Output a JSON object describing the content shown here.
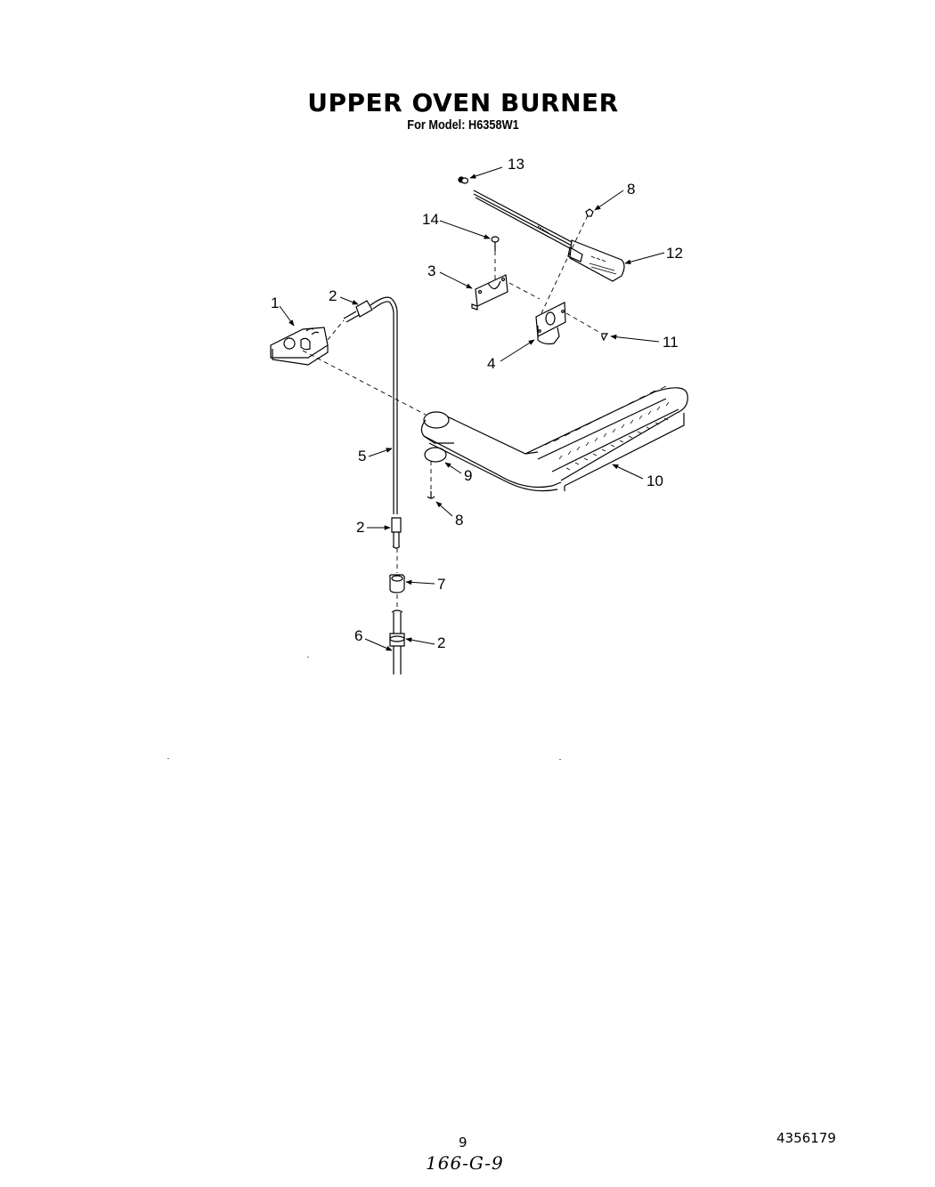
{
  "header": {
    "title": "UPPER OVEN BURNER",
    "subtitle": "For Model: H6358W1"
  },
  "diagram": {
    "type": "exploded-parts-view",
    "callouts": [
      {
        "id": "c13",
        "label": "13",
        "part": "igniter-screw"
      },
      {
        "id": "c8a",
        "label": "8",
        "part": "screw-top"
      },
      {
        "id": "c14",
        "label": "14",
        "part": "screw"
      },
      {
        "id": "c12",
        "label": "12",
        "part": "igniter"
      },
      {
        "id": "c3",
        "label": "3",
        "part": "bracket"
      },
      {
        "id": "c1",
        "label": "1",
        "part": "valve-orifice-holder"
      },
      {
        "id": "c2a",
        "label": "2",
        "part": "fitting-top"
      },
      {
        "id": "c4",
        "label": "4",
        "part": "bracket-igniter"
      },
      {
        "id": "c11",
        "label": "11",
        "part": "screw-bracket"
      },
      {
        "id": "c5",
        "label": "5",
        "part": "gas-tube"
      },
      {
        "id": "c9",
        "label": "9",
        "part": "spacer"
      },
      {
        "id": "c10",
        "label": "10",
        "part": "burner"
      },
      {
        "id": "c2b",
        "label": "2",
        "part": "fitting-middle"
      },
      {
        "id": "c8b",
        "label": "8",
        "part": "screw-bottom"
      },
      {
        "id": "c7",
        "label": "7",
        "part": "union-nut"
      },
      {
        "id": "c6",
        "label": "6",
        "part": "tube-lower"
      },
      {
        "id": "c2c",
        "label": "2",
        "part": "fitting-bottom"
      }
    ]
  },
  "footer": {
    "page_number": "9",
    "handwritten_note": "166-G-9",
    "document_number": "4356179"
  }
}
